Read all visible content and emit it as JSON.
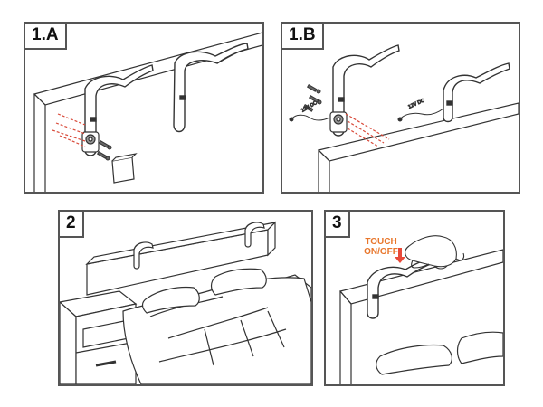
{
  "steps": {
    "step_1a": {
      "label": "1.A"
    },
    "step_1b": {
      "label": "1.B",
      "voltage_label_1": "12V DC",
      "voltage_label_2": "12V DC"
    },
    "step_2": {
      "label": "2"
    },
    "step_3": {
      "label": "3",
      "touch_callout_line1": "TOUCH",
      "touch_callout_line2": "ON/OFF"
    }
  },
  "colors": {
    "border": "#555555",
    "accent": "#e8762b",
    "laser": "#d94a3a",
    "line": "#333333"
  }
}
